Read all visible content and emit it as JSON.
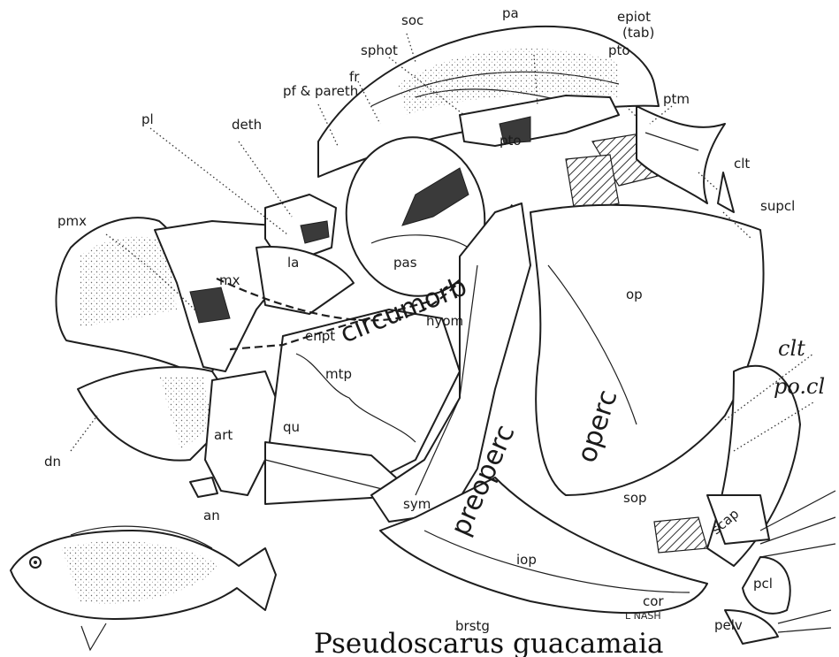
{
  "labels": {
    "soc": "soc",
    "pa": "pa",
    "epiot": "epiot",
    "tab": "(tab)",
    "sphot": "sphot",
    "pto_top": "pto",
    "fr": "fr",
    "ptm": "ptm",
    "pf_pareth": "pf & pareth",
    "pto_mid": "pto",
    "deth": "deth",
    "pl": "pl",
    "clt_top": "clt",
    "supcl": "supcl",
    "pmx": "pmx",
    "la": "la",
    "pas": "pas",
    "mx": "mx",
    "circumorb": "circumorb",
    "op": "op",
    "hyom": "hyom",
    "enpt": "enpt",
    "mtp": "mtp",
    "clt_right": "clt",
    "po_cl": "po.cl",
    "dn": "dn",
    "art": "art",
    "qu": "qu",
    "operc": "operc",
    "preoperc": "preoperc",
    "sym": "sym",
    "sop": "sop",
    "scap": "scap",
    "an": "an",
    "iop": "iop",
    "pcl": "pcl",
    "cor": "cor",
    "brstg": "brstg",
    "pelv": "pelv"
  },
  "signature": "L NASH",
  "caption": "Pseudoscarus guacamaia"
}
